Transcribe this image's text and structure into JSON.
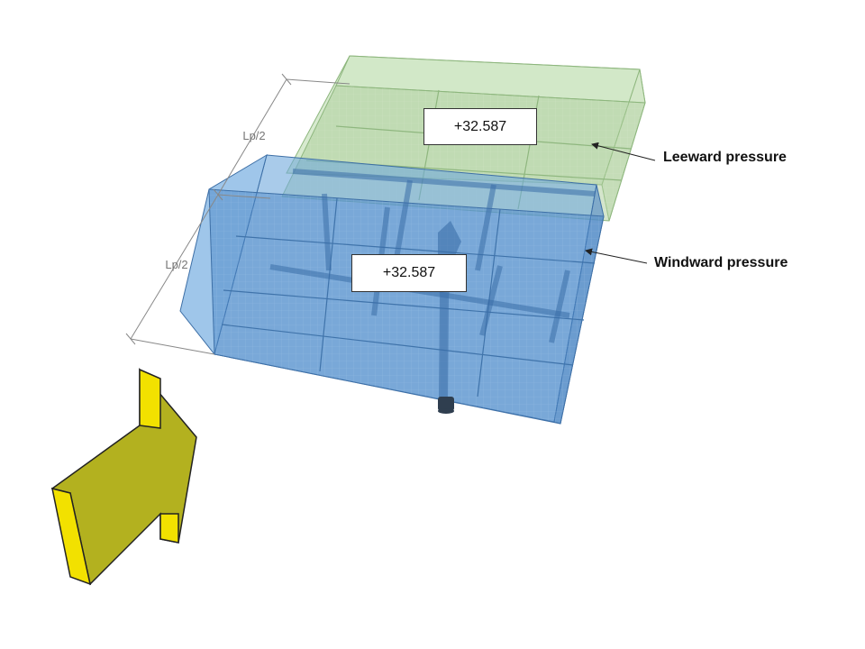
{
  "dimension_labels": {
    "upper_half": "Lp/2",
    "lower_half": "Lp/2"
  },
  "values": {
    "leeward_value": "+32.587",
    "windward_value": "+32.587"
  },
  "callouts": {
    "leeward": "Leeward pressure",
    "windward": "Windward pressure"
  },
  "colors": {
    "leeward_volume": "#b7d9a8",
    "windward_volume": "#5b9bd5",
    "wind_arrow": "#b3b11f",
    "wind_arrow_side": "#f2e100"
  }
}
